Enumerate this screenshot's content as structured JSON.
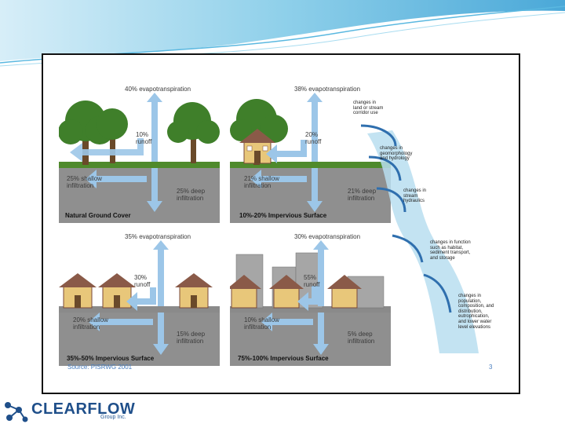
{
  "panels": [
    {
      "evapo": "40% evapotranspiration",
      "runoff": "10%\nrunoff",
      "shallow": "25% shallow\ninfiltration",
      "deep": "25% deep\ninfiltration",
      "caption": "Natural Ground Cover"
    },
    {
      "evapo": "38% evapotranspiration",
      "runoff": "20%\nrunoff",
      "shallow": "21% shallow\ninfiltration",
      "deep": "21% deep\ninfiltration",
      "caption": "10%-20% Impervious Surface"
    },
    {
      "evapo": "35% evapotranspiration",
      "runoff": "30%\nrunoff",
      "shallow": "20% shallow\ninfiltration",
      "deep": "15% deep\ninfiltration",
      "caption": "35%-50% Impervious Surface"
    },
    {
      "evapo": "30% evapotranspiration",
      "runoff": "55%\nrunoff",
      "shallow": "10% shallow\ninfiltration",
      "deep": "5% deep\ninfiltration",
      "caption": "75%-100% Impervious Surface"
    }
  ],
  "stream_notes": [
    "changes in\nland or stream\ncorridor use",
    "changes in\ngeomorphology\nand hydrology",
    "changes in\nstream\nhydraulics",
    "changes in function\nsuch as habitat,\nsediment transport,\nand storage",
    "changes in\npopulation,\ncomposition, and\ndistribution,\neutrophication,\nand lower water\nlevel elevations"
  ],
  "source": "Source: PISRWG 2001",
  "page_number": "3",
  "logo": {
    "name": "CLEARFLOW",
    "sub": "Group Inc."
  },
  "colors": {
    "sky_blue": "#8fd0ea",
    "arrow_blue": "#7fb3dd",
    "soil": "#8a8a8a",
    "grass": "#3f7f2a",
    "house": "#e8c77a",
    "roof": "#7a4a3a",
    "stream": "#b9def0",
    "logo": "#1f4f8a"
  }
}
